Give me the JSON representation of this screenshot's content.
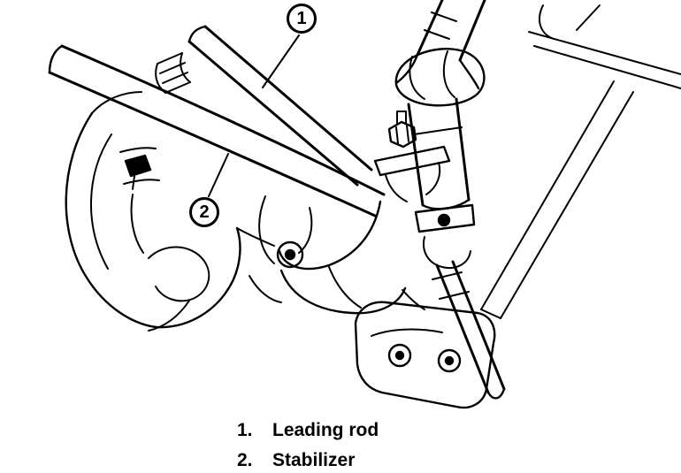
{
  "figure": {
    "background": "#ffffff",
    "line_color": "#000000",
    "callouts": [
      {
        "number": "1"
      },
      {
        "number": "2"
      }
    ],
    "legend": [
      {
        "number": "1.",
        "label": "Leading rod"
      },
      {
        "number": "2.",
        "label": "Stabilizer"
      }
    ]
  }
}
